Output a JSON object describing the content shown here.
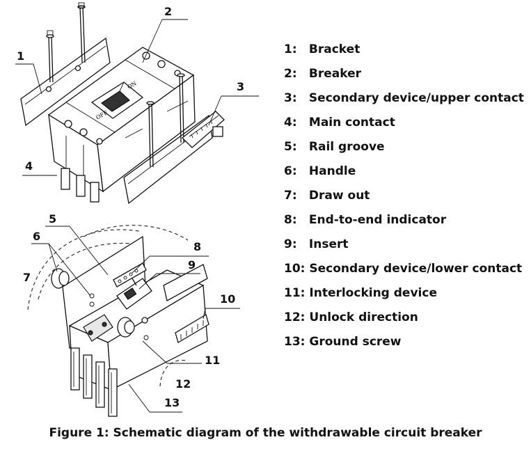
{
  "callouts": [
    "1",
    "2",
    "3",
    "4",
    "5",
    "6",
    "7",
    "8",
    "9",
    "10",
    "11",
    "12",
    "13"
  ],
  "switch_labels": {
    "on": "ON",
    "off": "OFF"
  },
  "legend": [
    {
      "num": "1:",
      "text": "Bracket"
    },
    {
      "num": "2:",
      "text": "Breaker"
    },
    {
      "num": "3:",
      "text": "Secondary device/upper contact"
    },
    {
      "num": "4:",
      "text": "Main contact"
    },
    {
      "num": "5:",
      "text": "Rail groove"
    },
    {
      "num": "6:",
      "text": "Handle"
    },
    {
      "num": "7:",
      "text": "Draw out"
    },
    {
      "num": "8:",
      "text": "End-to-end indicator"
    },
    {
      "num": "9:",
      "text": "Insert"
    },
    {
      "num": "10:",
      "text": "Secondary device/lower contact"
    },
    {
      "num": "11:",
      "text": "Interlocking device"
    },
    {
      "num": "12:",
      "text": "Unlock direction"
    },
    {
      "num": "13:",
      "text": "Ground screw"
    }
  ],
  "caption": "Figure 1: Schematic diagram of the withdrawable circuit breaker"
}
